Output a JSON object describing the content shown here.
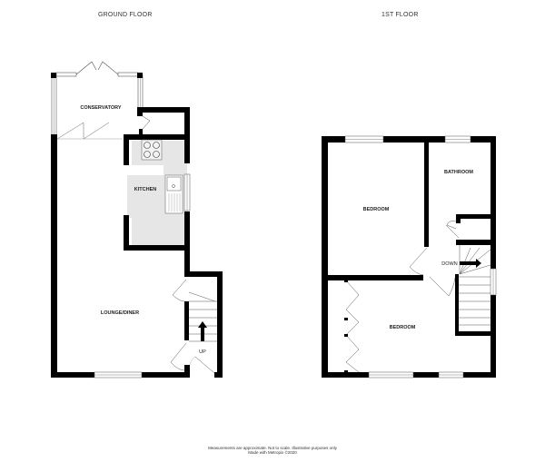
{
  "floors": [
    {
      "title": "GROUND FLOOR",
      "rooms": [
        {
          "label": "CONSERVATORY"
        },
        {
          "label": "KITCHEN"
        },
        {
          "label": "LOUNGE/DINER"
        }
      ],
      "stairs_label": "UP"
    },
    {
      "title": "1ST FLOOR",
      "rooms": [
        {
          "label": "BEDROOM"
        },
        {
          "label": "BATHROOM"
        },
        {
          "label": "BEDROOM"
        }
      ],
      "stairs_label": "DOWN"
    }
  ],
  "footer": {
    "disclaimer": "Measurements are approximate.  Not to scale.  Illustrative purposes only",
    "credit": "Made with Metropix ©2020"
  },
  "colors": {
    "wall": "#000000",
    "kitchen_floor": "#e6e6e6",
    "window": "#ffffff",
    "door_line": "#555555"
  }
}
